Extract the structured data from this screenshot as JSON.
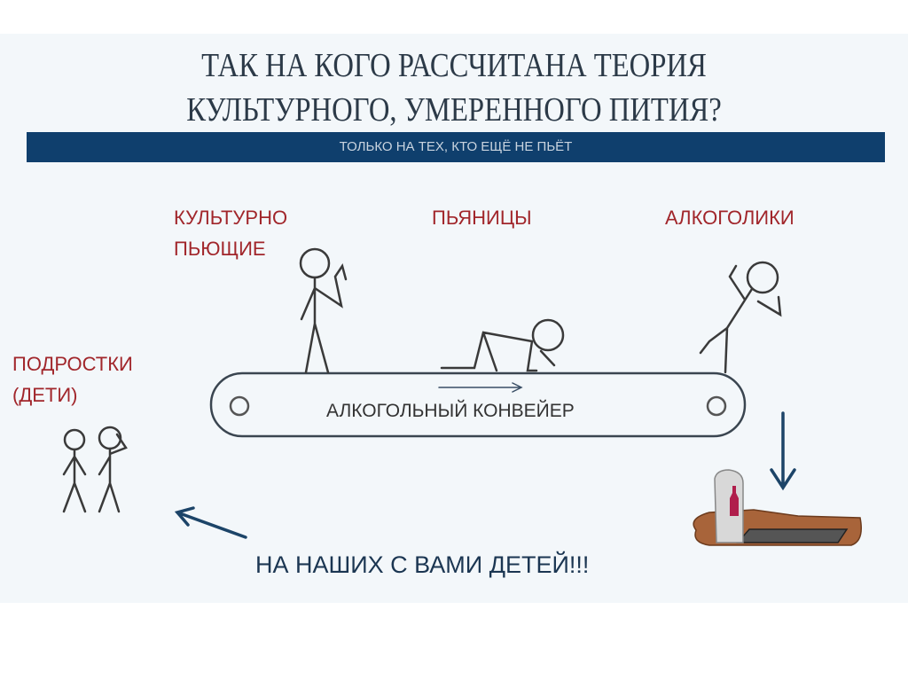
{
  "title": {
    "line1": "ТАК НА КОГО РАССЧИТАНА ТЕОРИЯ",
    "line2": "КУЛЬТУРНОГО, УМЕРЕННОГО ПИТИЯ?"
  },
  "subtitle": "ТОЛЬКО НА ТЕХ, КТО ЕЩЁ НЕ ПЬЁТ",
  "labels": {
    "cultural_line1": "КУЛЬТУРНО",
    "cultural_line2": "ПЬЮЩИЕ",
    "drunkards": "ПЬЯНИЦЫ",
    "alcoholics": "АЛКОГОЛИКИ",
    "teens_line1": "ПОДРОСТКИ",
    "teens_line2": "(ДЕТИ)"
  },
  "conveyor": "АЛКОГОЛЬНЫЙ КОНВЕЙЕР",
  "bottom_text": "НА НАШИХ С ВАМИ ДЕТЕЙ!!!",
  "colors": {
    "bar": "#0f3f6d",
    "label": "#a1262b",
    "arrow": "#1c4468",
    "soil": "#a8643a"
  }
}
